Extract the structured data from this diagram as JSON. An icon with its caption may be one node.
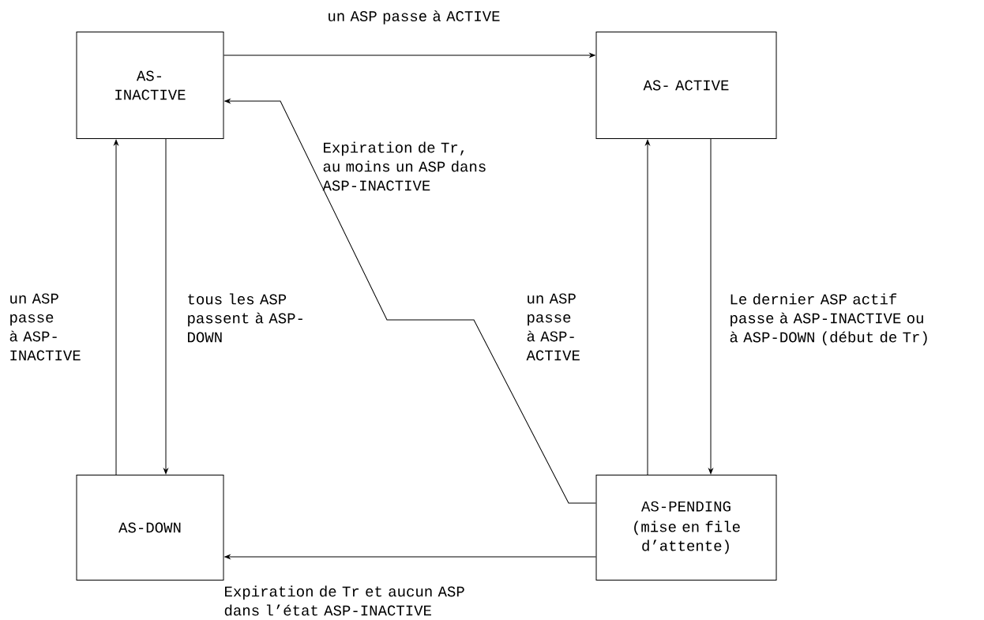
{
  "diagram": {
    "nodes": [
      {
        "text": [
          "AS- INACTIVE"
        ]
      },
      {
        "text": [
          "AS- ACTIVE"
        ]
      },
      {
        "text": [
          "AS-DOWN"
        ]
      },
      {
        "text": [
          "AS-PENDING",
          "(mise en file d’attente)"
        ]
      }
    ],
    "edges": [
      {
        "from": 0,
        "to": 1,
        "arrow": "to",
        "label": "un ASP passe à ACTIVE"
      },
      {
        "from": 3,
        "to": 0,
        "arrow": "to",
        "label": "Expiration de Tr, au moins un ASP dans ASP-INACTIVE"
      },
      {
        "from": 2,
        "to": 0,
        "arrow": "to",
        "label": "un ASP passe à ASP-INACTIVE"
      },
      {
        "from": 0,
        "to": 2,
        "arrow": "to",
        "label": "tous les ASP passent à ASP-DOWN"
      },
      {
        "from": 3,
        "to": 1,
        "arrow": "to",
        "label": "un ASP passe à ASP-ACTIVE"
      },
      {
        "from": 1,
        "to": 3,
        "arrow": "to",
        "label": "Le dernier ASP actif passe à ASP-INACTIVE ou à ASP-DOWN (début de Tr)"
      },
      {
        "from": 3,
        "to": 2,
        "arrow": "to",
        "label": "Expiration de Tr et aucun ASP dans l’état ASP-INACTIVE"
      }
    ]
  }
}
